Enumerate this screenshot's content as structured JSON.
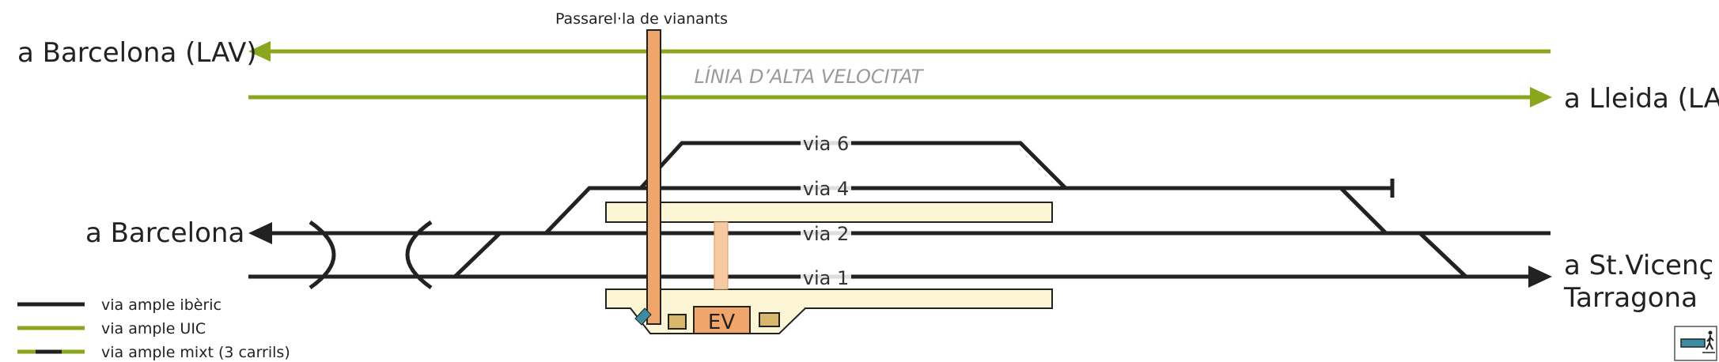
{
  "footbridge_label": "Passarel·la de vianants",
  "high_speed_line_label": "LÍNIA D’ALTA VELOCITAT",
  "destinations": {
    "barcelona_lav": "a Barcelona (LAV)",
    "lleida_lav": "a Lleida (LAV)",
    "barcelona": "a Barcelona",
    "stvicenc_line1": "a St.Vicenç C./",
    "stvicenc_line2": "Tarragona"
  },
  "tracks": {
    "via6": "via 6",
    "via4": "via 4",
    "via2": "via 2",
    "via1": "via 1"
  },
  "station_building": "EV",
  "legend": {
    "items": [
      {
        "label": "via ample ibèric",
        "color": "#222222"
      },
      {
        "label": "via ample UIC",
        "color": "#8aa61c"
      },
      {
        "label": "via ample mixt (3 carrils)",
        "color": "#8aa61c",
        "inner_color": "#222222"
      }
    ]
  },
  "icons": [
    "pedestrian-icon",
    "ramp-icon"
  ],
  "colors": {
    "iberic": "#222222",
    "uic": "#8aa61c",
    "platform_fill": "#fdf6d5",
    "footbridge_fill": "#f0a56b",
    "underpass_fill": "#f6cba2",
    "building_fill": "#f0a56b",
    "kiosk_fill": "#d9b86c"
  }
}
